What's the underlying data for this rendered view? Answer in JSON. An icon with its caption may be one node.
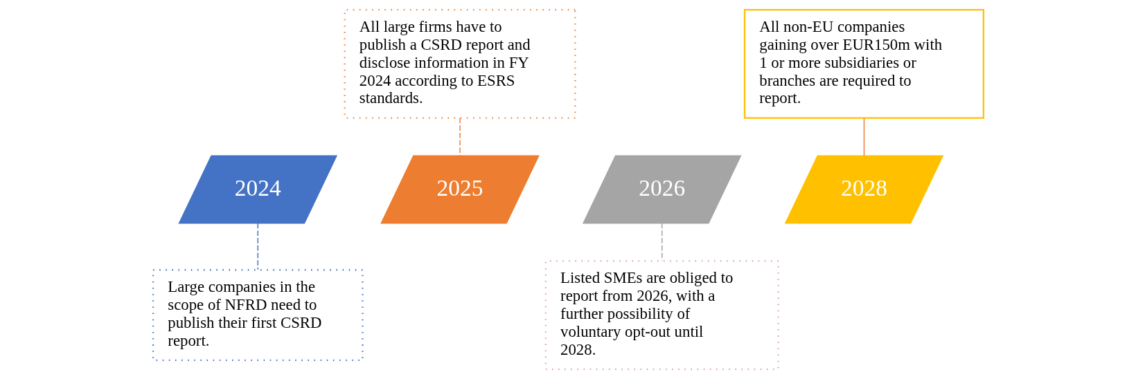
{
  "diagram": {
    "nodes": [
      {
        "text": [
          "All large firms have to publish a CSRD report and disclose information in FY 2024 according to ESRS standards."
        ]
      },
      {
        "text": [
          "All non-EU companies gaining over EUR150m with 1 or more subsidiaries or branches are required to report."
        ]
      },
      {
        "text": [
          "2024"
        ]
      },
      {
        "text": [
          "2025"
        ]
      },
      {
        "text": [
          "2026"
        ]
      },
      {
        "text": [
          "2028"
        ]
      },
      {
        "text": [
          "Large companies in the scope of NFRD need to publish their first CSRD report."
        ]
      },
      {
        "text": [
          "Listed SMEs are obliged to report from 2026, with a further possibility of voluntary opt-out until 2028."
        ]
      }
    ],
    "edges": [
      {
        "from": 2,
        "to": 6,
        "arrow": "none",
        "style": "dashed",
        "color": "#4472c4"
      },
      {
        "from": 0,
        "to": 3,
        "arrow": "none",
        "style": "dashed",
        "color": "#ed7d31"
      },
      {
        "from": 4,
        "to": 7,
        "arrow": "none",
        "style": "dashed",
        "color": "#a5a5a5"
      },
      {
        "from": 1,
        "to": 5,
        "arrow": "none",
        "color": "#ed7d31"
      }
    ]
  }
}
